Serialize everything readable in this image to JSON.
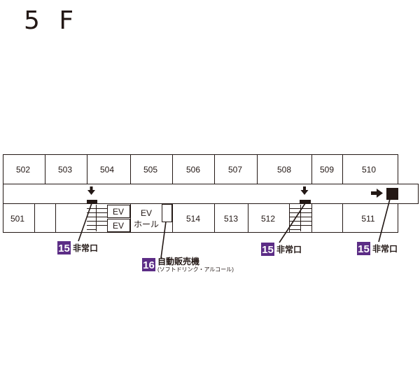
{
  "floor_title": "5 F",
  "colors": {
    "badge": "#5c2d86",
    "stroke": "#231815",
    "background": "#ffffff"
  },
  "rooms_top": [
    "502",
    "503",
    "504",
    "505",
    "506",
    "507",
    "508",
    "509",
    "510"
  ],
  "rooms_bottom": [
    "501",
    "514",
    "513",
    "512",
    "511"
  ],
  "ev": {
    "car_1": "EV",
    "car_2": "EV",
    "hall_line1": "EV",
    "hall_line2": "ホール"
  },
  "emergency_exits": [
    {
      "number": "15",
      "label": "非常口"
    },
    {
      "number": "15",
      "label": "非常口"
    },
    {
      "number": "15",
      "label": "非常口"
    }
  ],
  "vending": {
    "number": "16",
    "label": "自動販売機",
    "sub": "(ソフトドリンク・アルコール)"
  },
  "icons": [
    "down-arrow-icon",
    "right-arrow-icon",
    "exit-marker-icon",
    "stairs-icon"
  ]
}
